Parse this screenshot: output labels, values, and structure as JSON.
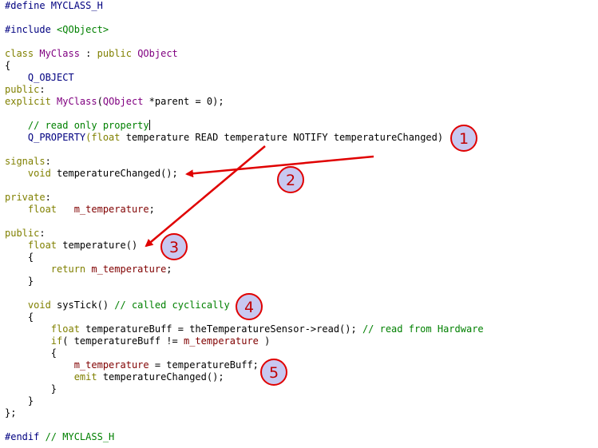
{
  "code": {
    "lines": [
      [
        {
          "text": "#define MYCLASS_H",
          "cls": "n"
        }
      ],
      [],
      [
        {
          "text": "#include ",
          "cls": "n"
        },
        {
          "text": "<QObject>",
          "cls": "s"
        }
      ],
      [],
      [
        {
          "text": "class ",
          "cls": "k"
        },
        {
          "text": "MyClass",
          "cls": "t"
        },
        {
          "text": " : ",
          "cls": ""
        },
        {
          "text": "public ",
          "cls": "k"
        },
        {
          "text": "QObject",
          "cls": "t"
        }
      ],
      [
        {
          "text": "{",
          "cls": ""
        }
      ],
      [
        {
          "text": "    Q_OBJECT",
          "cls": "n"
        }
      ],
      [
        {
          "text": "public",
          "cls": "k"
        },
        {
          "text": ":",
          "cls": ""
        }
      ],
      [
        {
          "text": "explicit ",
          "cls": "k"
        },
        {
          "text": "MyClass",
          "cls": "t"
        },
        {
          "text": "(",
          "cls": ""
        },
        {
          "text": "QObject",
          "cls": "t"
        },
        {
          "text": " *parent = 0);",
          "cls": ""
        }
      ],
      [],
      [
        {
          "text": "    // read only property",
          "cls": "c"
        },
        {
          "text": "",
          "cls": "cursor"
        }
      ],
      [
        {
          "text": "    Q_PROPERTY",
          "cls": "n"
        },
        {
          "text": "(float ",
          "cls": "k"
        },
        {
          "text": "temperature READ temperature NOTIFY temperatureChanged)",
          "cls": ""
        }
      ],
      [],
      [
        {
          "text": "signals",
          "cls": "k"
        },
        {
          "text": ":",
          "cls": ""
        }
      ],
      [
        {
          "text": "    void ",
          "cls": "k"
        },
        {
          "text": "temperatureChanged();",
          "cls": ""
        }
      ],
      [],
      [
        {
          "text": "private",
          "cls": "k"
        },
        {
          "text": ":",
          "cls": ""
        }
      ],
      [
        {
          "text": "    float   ",
          "cls": "k"
        },
        {
          "text": "m_temperature",
          "cls": "m"
        },
        {
          "text": ";",
          "cls": ""
        }
      ],
      [],
      [
        {
          "text": "public",
          "cls": "k"
        },
        {
          "text": ":",
          "cls": ""
        }
      ],
      [
        {
          "text": "    float ",
          "cls": "k"
        },
        {
          "text": "temperature()",
          "cls": ""
        }
      ],
      [
        {
          "text": "    {",
          "cls": ""
        }
      ],
      [
        {
          "text": "        return ",
          "cls": "k"
        },
        {
          "text": "m_temperature",
          "cls": "m"
        },
        {
          "text": ";",
          "cls": ""
        }
      ],
      [
        {
          "text": "    }",
          "cls": ""
        }
      ],
      [],
      [
        {
          "text": "    void ",
          "cls": "k"
        },
        {
          "text": "sysTick() ",
          "cls": ""
        },
        {
          "text": "// called cyclically",
          "cls": "c"
        }
      ],
      [
        {
          "text": "    {",
          "cls": ""
        }
      ],
      [
        {
          "text": "        float ",
          "cls": "k"
        },
        {
          "text": "temperatureBuff = theTemperatureSensor->read(); ",
          "cls": ""
        },
        {
          "text": "// read from Hardware",
          "cls": "c"
        }
      ],
      [
        {
          "text": "        if",
          "cls": "k"
        },
        {
          "text": "( temperatureBuff != ",
          "cls": ""
        },
        {
          "text": "m_temperature",
          "cls": "m"
        },
        {
          "text": " )",
          "cls": ""
        }
      ],
      [
        {
          "text": "        {",
          "cls": ""
        }
      ],
      [
        {
          "text": "            ",
          "cls": ""
        },
        {
          "text": "m_temperature",
          "cls": "m"
        },
        {
          "text": " = temperatureBuff;",
          "cls": ""
        }
      ],
      [
        {
          "text": "            emit ",
          "cls": "k"
        },
        {
          "text": "temperatureChanged();",
          "cls": ""
        }
      ],
      [
        {
          "text": "        }",
          "cls": ""
        }
      ],
      [
        {
          "text": "    }",
          "cls": ""
        }
      ],
      [
        {
          "text": "};",
          "cls": ""
        }
      ],
      [],
      [
        {
          "text": "#endif ",
          "cls": "n"
        },
        {
          "text": "// MYCLASS_H",
          "cls": "c"
        }
      ]
    ]
  },
  "callouts": [
    {
      "label": "1"
    },
    {
      "label": "2"
    },
    {
      "label": "3"
    },
    {
      "label": "4"
    },
    {
      "label": "5"
    }
  ],
  "colors": {
    "arrow": "#e00000",
    "callout_fill": "#c8c8f0",
    "callout_ring": "#e00000",
    "keyword": "#808000",
    "type": "#800080",
    "comment": "#008000",
    "member": "#800000",
    "macro": "#000080"
  }
}
